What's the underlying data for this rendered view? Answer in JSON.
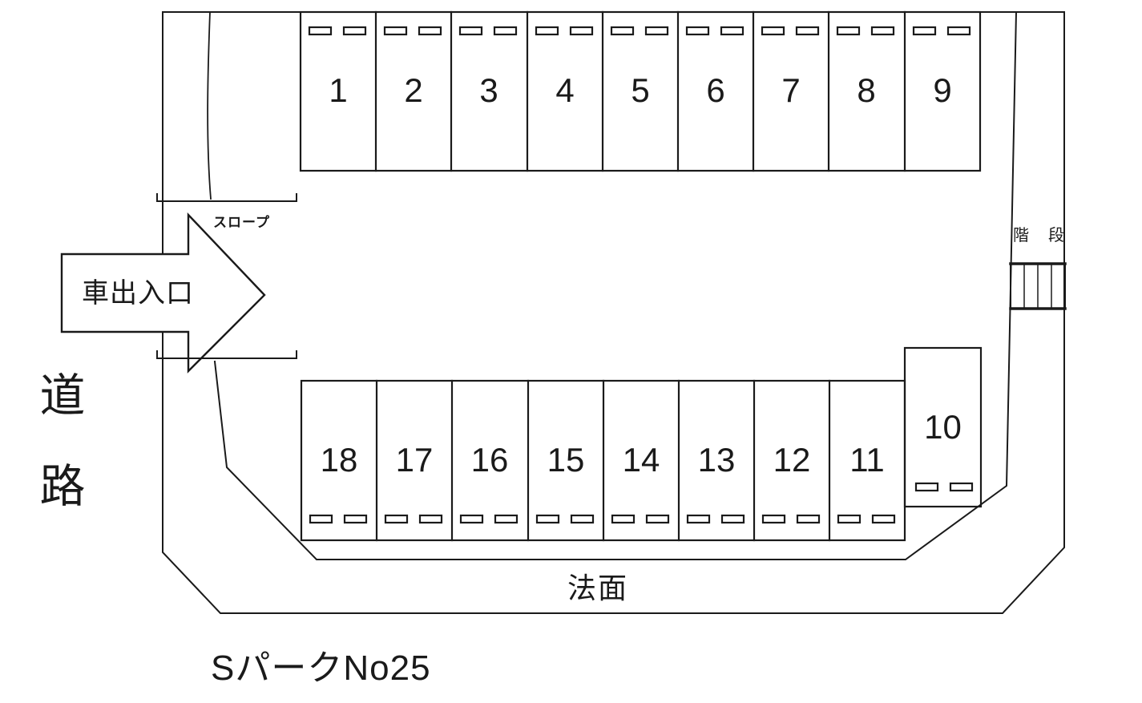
{
  "lot": {
    "title": "SパークNo25"
  },
  "labels": {
    "ramp": "スロープ",
    "car_entrance": "車出入口",
    "road": "道路",
    "stairs": "階段",
    "slope_face": "法面"
  },
  "spaces": {
    "top": [
      "1",
      "2",
      "3",
      "4",
      "5",
      "6",
      "7",
      "8",
      "9"
    ],
    "bottom": [
      "18",
      "17",
      "16",
      "15",
      "14",
      "13",
      "12",
      "11"
    ],
    "side": "10"
  },
  "icons": {
    "entrance_arrow": "right-block-arrow",
    "stairs_hatch": "stair-steps"
  },
  "colors": {
    "line": "#1a1a1a",
    "background": "#ffffff"
  }
}
